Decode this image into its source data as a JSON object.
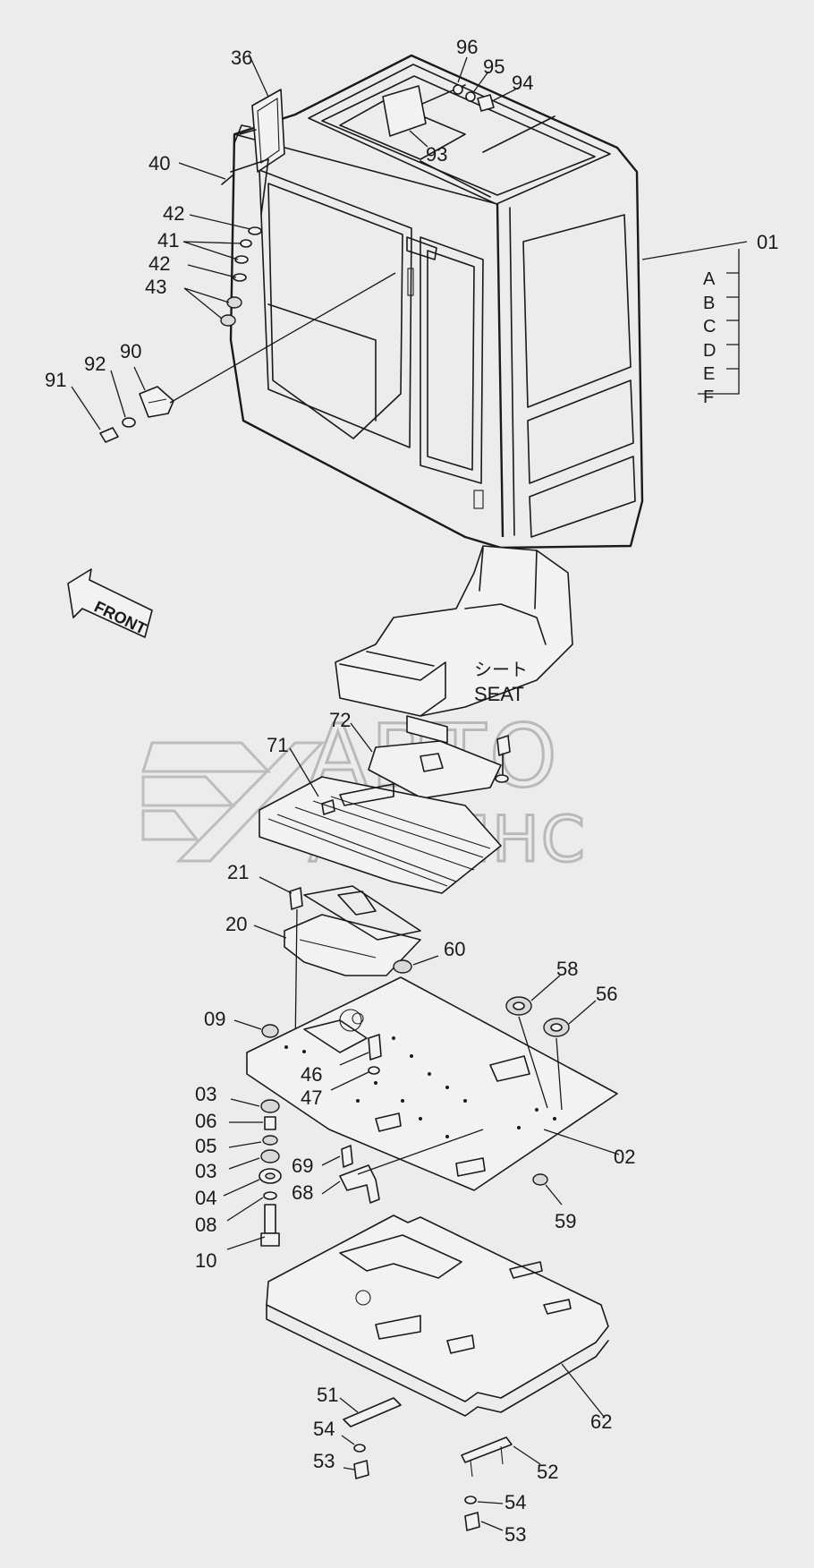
{
  "watermark": {
    "line1": "АВТО",
    "line2": "АЛЬЯНС"
  },
  "arrow_label": "FRONT",
  "seat_label_jp": "シート",
  "seat_label_en": "SEAT",
  "callouts": {
    "c36": "36",
    "c96": "96",
    "c95": "95",
    "c94": "94",
    "c93": "93",
    "c40": "40",
    "c42a": "42",
    "c41": "41",
    "c42b": "42",
    "c43": "43",
    "c01": "01",
    "cA": "A",
    "cB": "B",
    "cC": "C",
    "cD": "D",
    "cE": "E",
    "cF": "F",
    "c91": "91",
    "c92": "92",
    "c90": "90",
    "c72": "72",
    "c71": "71",
    "c21": "21",
    "c20": "20",
    "c60": "60",
    "c58": "58",
    "c56": "56",
    "c09": "09",
    "c46": "46",
    "c47": "47",
    "c03a": "03",
    "c06": "06",
    "c05": "05",
    "c03b": "03",
    "c04": "04",
    "c08": "08",
    "c10": "10",
    "c69": "69",
    "c68": "68",
    "c02": "02",
    "c59": "59",
    "c62": "62",
    "c51": "51",
    "c54a": "54",
    "c53a": "53",
    "c52": "52",
    "c54b": "54",
    "c53b": "53"
  }
}
